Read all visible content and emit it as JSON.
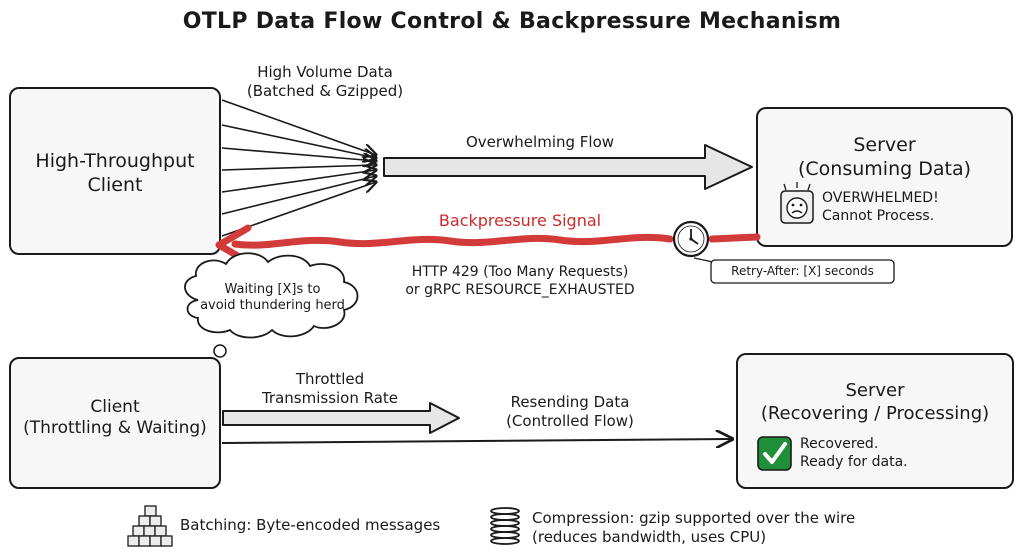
{
  "title": "OTLP Data Flow Control & Backpressure Mechanism",
  "colors": {
    "ink": "#1a1a1a",
    "box_fill": "#f7f7f7",
    "signal_red": "#d33b3b",
    "check_green": "#1f8f3a",
    "arrow_fill": "#e6e6e6"
  },
  "top": {
    "client_box": {
      "line1": "High-Throughput",
      "line2": "Client"
    },
    "high_volume_label": {
      "line1": "High Volume Data",
      "line2": "(Batched & Gzipped)"
    },
    "flow_label": "Overwhelming Flow",
    "server_box": {
      "line1": "Server",
      "line2": "(Consuming Data)",
      "status_icon": "overwhelmed-face-icon",
      "status_line1": "OVERWHELMED!",
      "status_line2": "Cannot Process."
    },
    "backpressure_label": "Backpressure Signal",
    "clock_icon": "clock-icon",
    "retry_label": "Retry-After: [X] seconds",
    "http_label": {
      "line1": "HTTP 429 (Too Many Requests)",
      "line2": "or gRPC RESOURCE_EXHAUSTED"
    }
  },
  "bottom": {
    "thought": {
      "line1": "Waiting [X]s to",
      "line2": "avoid thundering herd"
    },
    "client_box": {
      "line1": "Client",
      "line2": "(Throttling & Waiting)"
    },
    "throttle_label": {
      "line1": "Throttled",
      "line2": "Transmission Rate"
    },
    "resend_label": {
      "line1": "Resending Data",
      "line2": "(Controlled Flow)"
    },
    "server_box": {
      "line1": "Server",
      "line2": "(Recovering / Processing)",
      "status_icon": "check-icon",
      "status_line1": "Recovered.",
      "status_line2": "Ready for data."
    }
  },
  "legend": {
    "batching_icon": "stacked-blocks-icon",
    "batching_text": "Batching: Byte-encoded messages",
    "compression_icon": "spring-icon",
    "compression_line1": "Compression: gzip supported over the wire",
    "compression_line2": "(reduces bandwidth, uses CPU)"
  }
}
